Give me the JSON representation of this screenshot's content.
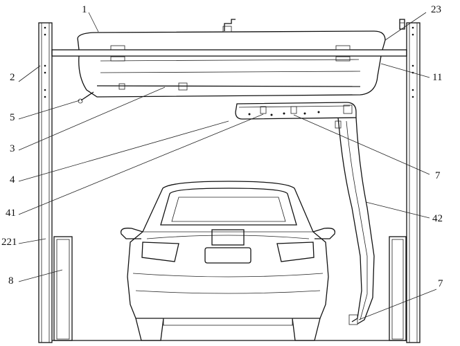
{
  "figure": {
    "type": "patent-line-drawing",
    "subject": "gantry car wash machine, front view"
  },
  "labels": {
    "l1": "1",
    "l23": "23",
    "l2": "2",
    "l11": "11",
    "l5": "5",
    "l3": "3",
    "l4": "4",
    "l7a": "7",
    "l41": "41",
    "l42": "42",
    "l221": "221",
    "l8": "8",
    "l7b": "7"
  }
}
